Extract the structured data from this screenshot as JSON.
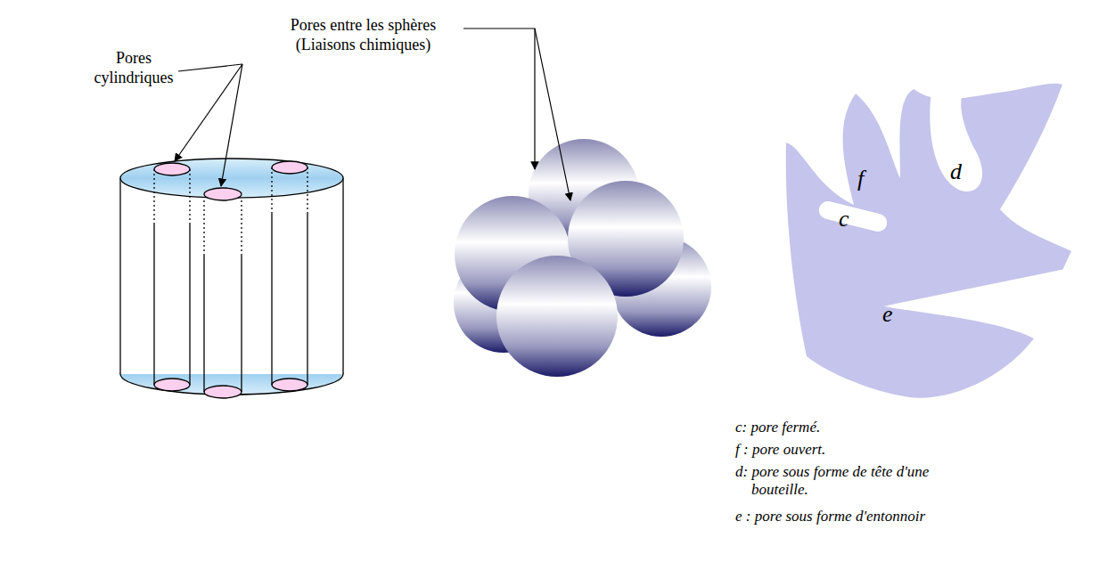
{
  "diagram": {
    "labels": [
      "Pores cylindriques",
      "Pores entre les sphères (Liaisons chimiques)",
      "f",
      "d",
      "c",
      "e",
      "c: pore fermé.",
      "f : pore ouvert.",
      "d: pore sous forme de tête d'une bouteille.",
      "e : pore sous forme d'entonnoir"
    ]
  }
}
